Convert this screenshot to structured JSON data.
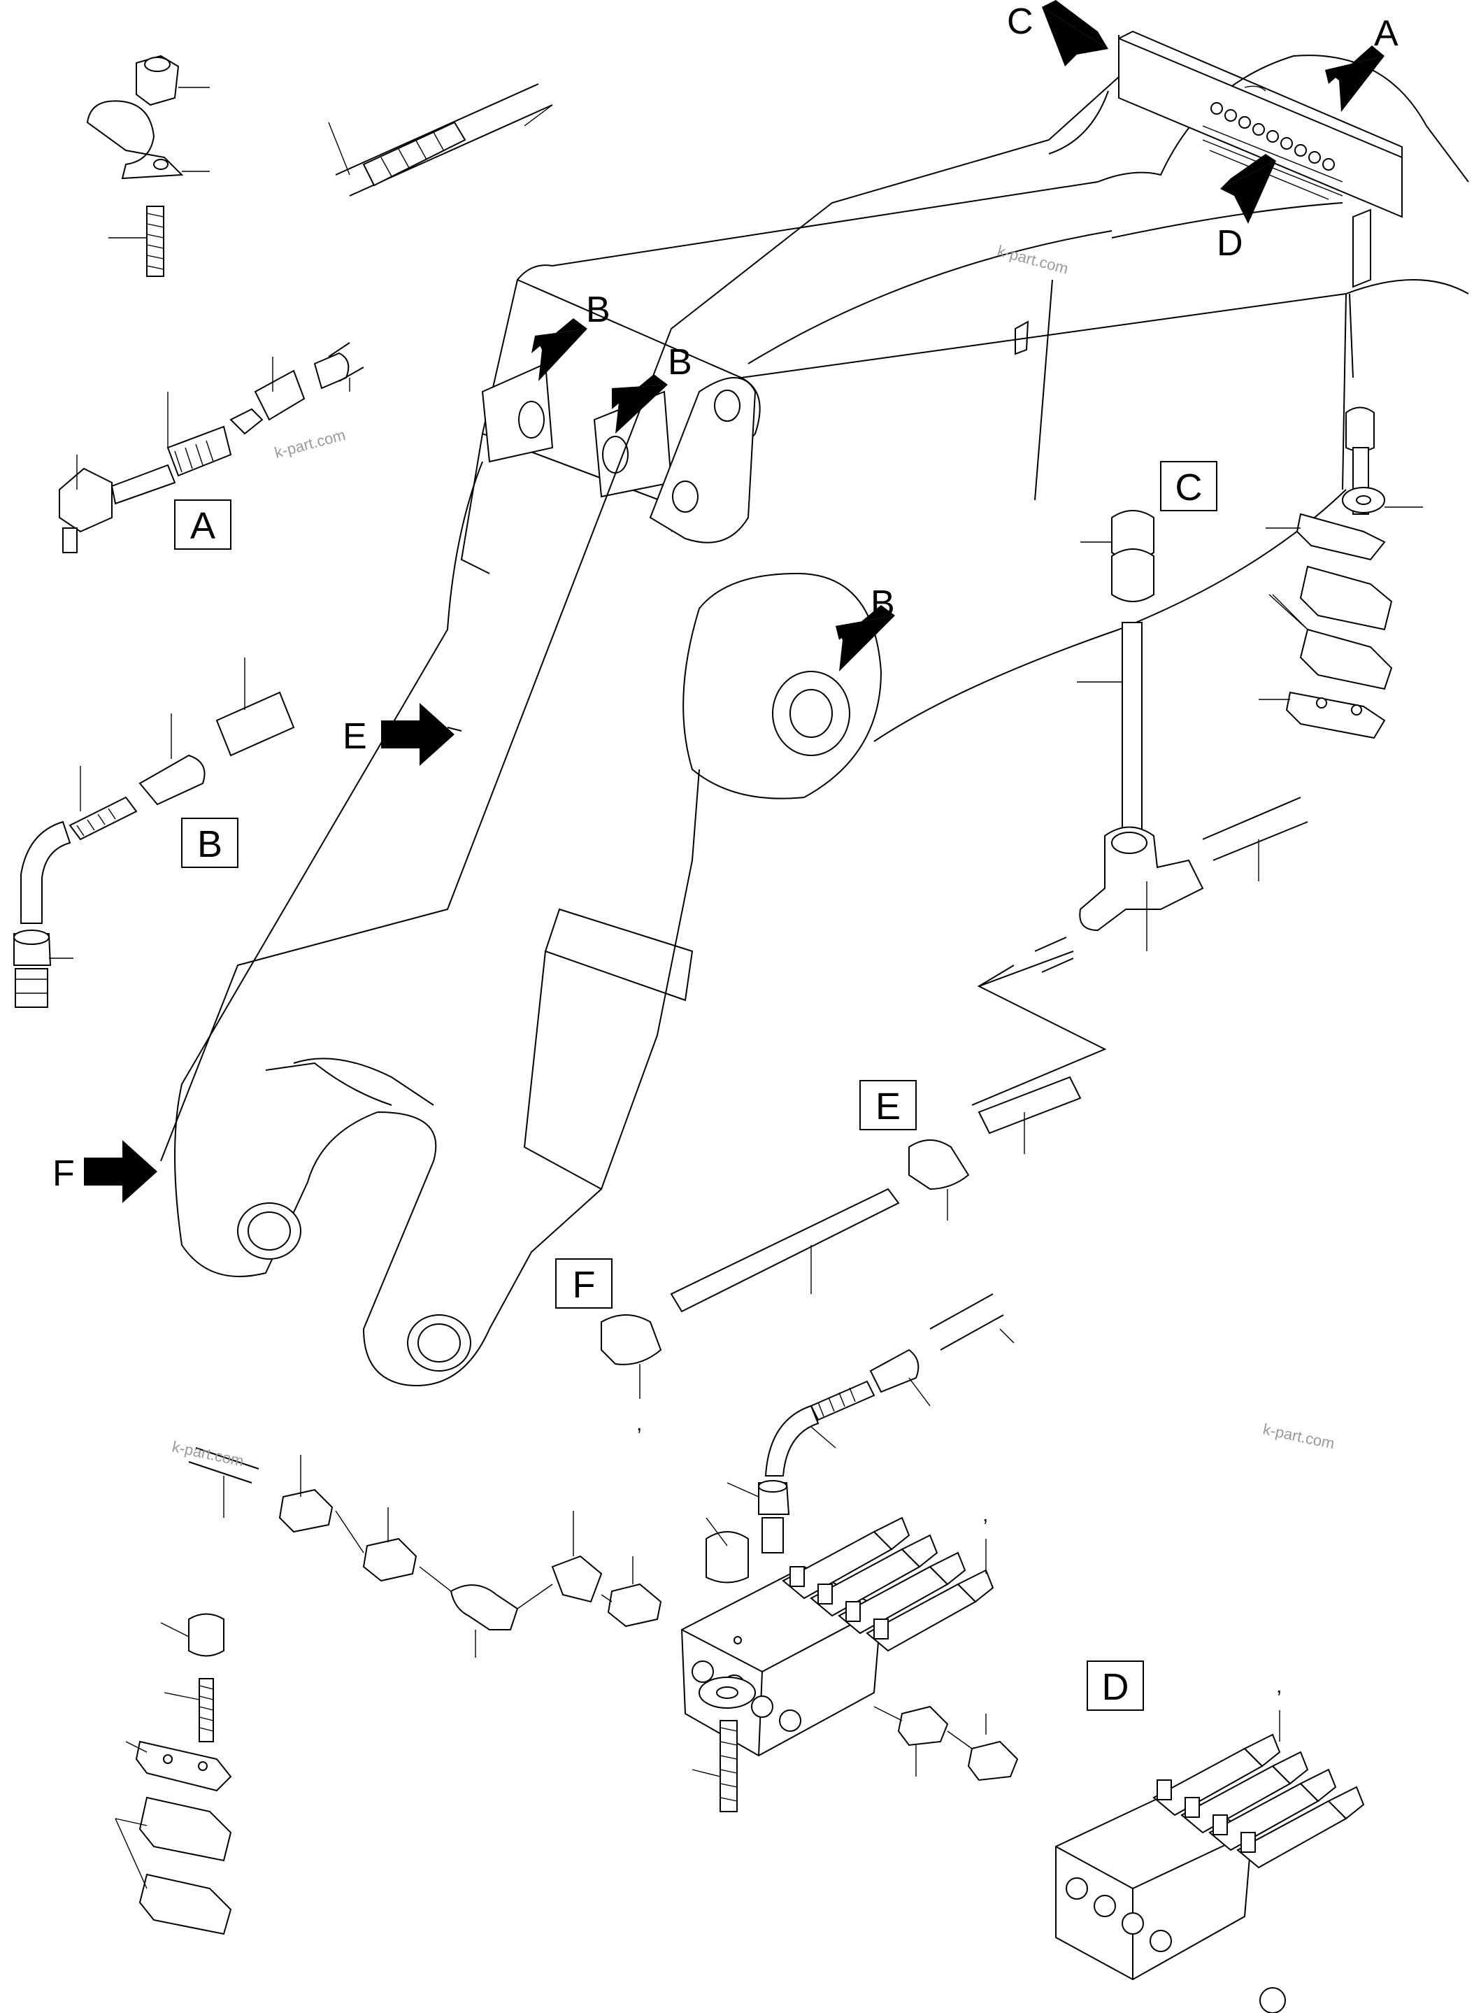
{
  "labels": {
    "a": "A",
    "b": "B",
    "c": "C",
    "d": "D",
    "e": "E",
    "f": "F",
    "tick": ","
  },
  "watermark": "k-part.com",
  "icons": {
    "arrow": "black-pointer-arrow",
    "callout_box": "square-callout-frame"
  },
  "colors": {
    "line": "#000000",
    "background": "#ffffff",
    "watermark": "#9a9a9a"
  }
}
